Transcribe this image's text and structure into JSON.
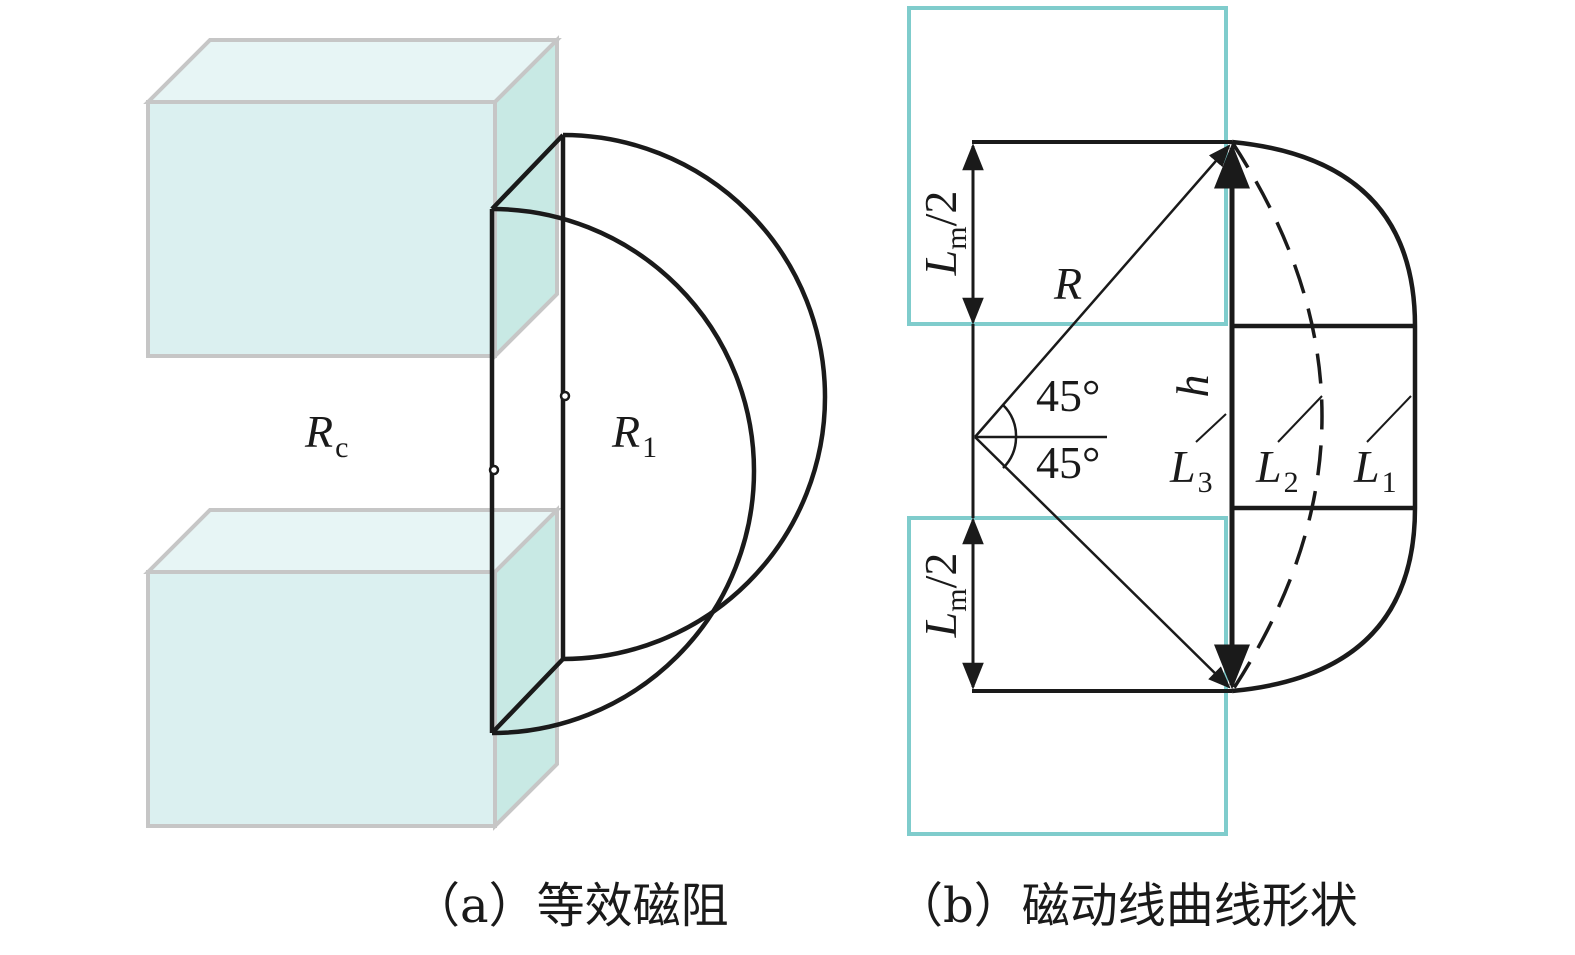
{
  "diagram_a": {
    "label_rc_main": "R",
    "label_rc_sub": "c",
    "label_r1_main": "R",
    "label_r1_sub": "1",
    "caption": "（a）等效磁阻"
  },
  "diagram_b": {
    "label_lm_top_main": "L",
    "label_lm_top_sub": "m",
    "label_lm_top_tail": "/2",
    "label_lm_bot_main": "L",
    "label_lm_bot_sub": "m",
    "label_lm_bot_tail": "/2",
    "label_r": "R",
    "label_angle_top": "45°",
    "label_angle_bot": "45°",
    "label_h": "h",
    "label_l3_main": "L",
    "label_l3_sub": "3",
    "label_l2_main": "L",
    "label_l2_sub": "2",
    "label_l1_main": "L",
    "label_l1_sub": "1",
    "caption": "（b）磁动线曲线形状"
  },
  "colors": {
    "magnet_fill": "#dbf0f0",
    "magnet_side": "#c8e9e4",
    "magnet_edge": "#c6c6c6",
    "teal_outline": "#7fcccc",
    "line": "#1a1a1a"
  }
}
